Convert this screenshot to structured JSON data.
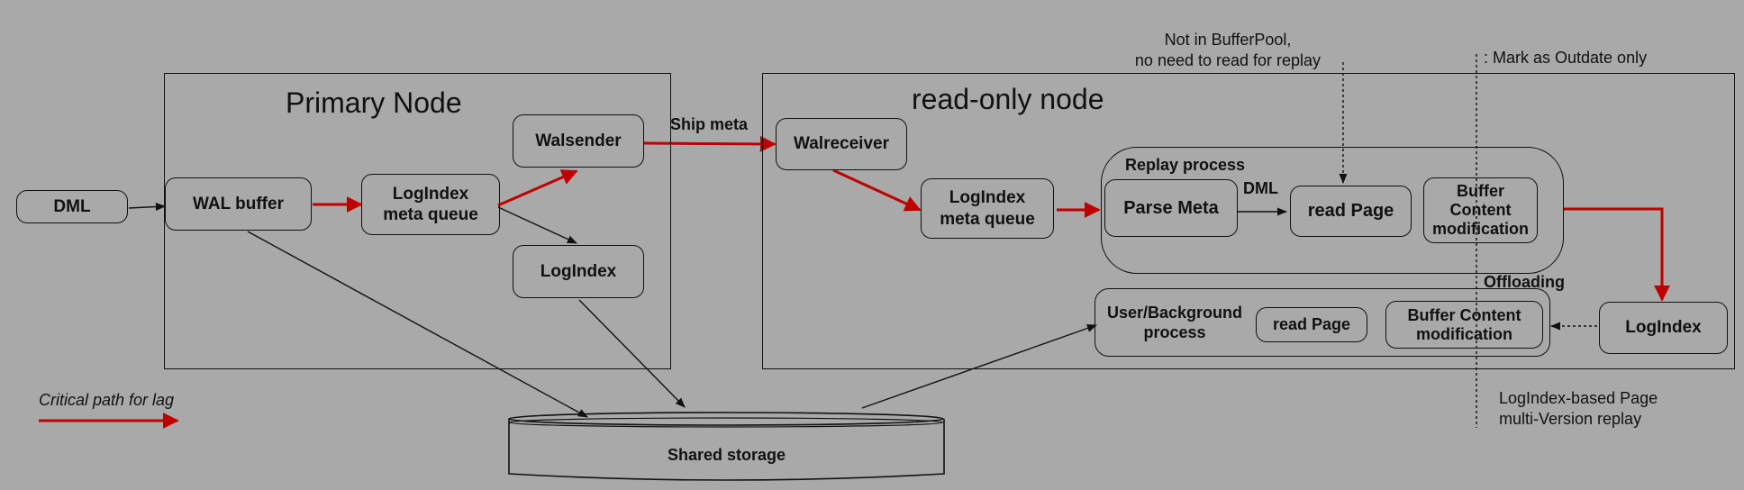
{
  "colors": {
    "background": "#a9a9a9",
    "critical_path": "#c00000",
    "line": "#111111"
  },
  "primary_node": {
    "title": "Primary Node",
    "dml": "DML",
    "wal_buffer": "WAL buffer",
    "logindex_meta_queue": "LogIndex\nmeta queue",
    "walsender": "Walsender",
    "logindex": "LogIndex"
  },
  "ship_meta": "Ship meta",
  "readonly_node": {
    "title": "read-only node",
    "walreceiver": "Walreceiver",
    "logindex_meta_queue": "LogIndex\nmeta queue",
    "replay_process_label": "Replay process",
    "parse_meta": "Parse Meta",
    "dml_label": "DML",
    "read_page": "read Page",
    "buffer_content_modification": "Buffer\nContent\nmodification",
    "offloading": "Offloading",
    "user_background_process": "User/Background\nprocess",
    "read_page_2": "read Page",
    "buffer_content_modification_2": "Buffer Content\nmodification",
    "logindex": "LogIndex"
  },
  "notes": {
    "not_in_bufferpool": "Not in BufferPool,\nno need to read for replay",
    "mark_outdate": ": Mark as Outdate only",
    "logindex_replay": "LogIndex-based Page\nmulti-Version replay"
  },
  "legend": {
    "critical_path": "Critical path for lag"
  },
  "shared_storage": "Shared storage"
}
